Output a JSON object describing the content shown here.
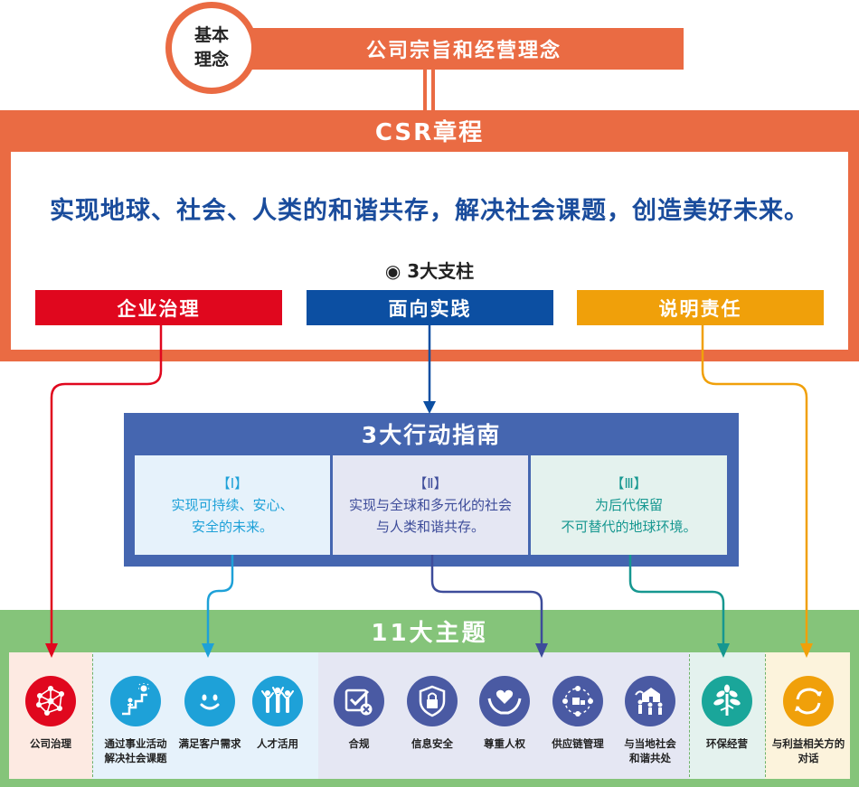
{
  "basic_philosophy": {
    "line1": "基本",
    "line2": "理念"
  },
  "mission": "公司宗旨和经营理念",
  "csr": {
    "title": "CSR章程",
    "vision": "实现地球、社会、人类的和谐共存，解决社会课题，创造美好未来。",
    "pillars_title": "◉ 3大支柱",
    "pillars": [
      {
        "label": "企业治理",
        "color": "#e0071e"
      },
      {
        "label": "面向实践",
        "color": "#0c4fa2"
      },
      {
        "label": "说明责任",
        "color": "#f0a00a"
      }
    ]
  },
  "guidelines": {
    "title": "3大行动指南",
    "items": [
      {
        "num": "【Ⅰ】",
        "line1": "实现可持续、安心、",
        "line2": "安全的未来。",
        "color": "#1ea1d8",
        "bg": "#e6f2fb"
      },
      {
        "num": "【Ⅱ】",
        "line1": "实现与全球和多元化的社会",
        "line2": "与人类和谐共存。",
        "color": "#3d4c9a",
        "bg": "#e5e7f3"
      },
      {
        "num": "【Ⅲ】",
        "line1": "为后代保留",
        "line2": "不可替代的地球环境。",
        "color": "#169790",
        "bg": "#e4f2ee"
      }
    ]
  },
  "themes": {
    "title": "11大主题",
    "items": [
      {
        "icon": "network-icon",
        "label": "公司治理",
        "color": "#e0071e"
      },
      {
        "icon": "stairs-lightbulb-icon",
        "label": "通过事业活动\n解决社会课题",
        "color": "#1ea1d8"
      },
      {
        "icon": "smiley-face-icon",
        "label": "满足客户需求",
        "color": "#1ea1d8"
      },
      {
        "icon": "people-cheering-icon",
        "label": "人才活用",
        "color": "#1ea1d8"
      },
      {
        "icon": "compliance-check-icon",
        "label": "合规",
        "color": "#4a5aa3"
      },
      {
        "icon": "shield-lock-icon",
        "label": "信息安全",
        "color": "#4a5aa3"
      },
      {
        "icon": "heart-hands-icon",
        "label": "尊重人权",
        "color": "#4a5aa3"
      },
      {
        "icon": "supply-chain-icon",
        "label": "供应链管理",
        "color": "#4a5aa3"
      },
      {
        "icon": "community-icon",
        "label": "与当地社会\n和谐共处",
        "color": "#4a5aa3"
      },
      {
        "icon": "tree-icon",
        "label": "环保经营",
        "color": "#1aa69a"
      },
      {
        "icon": "dialogue-cycle-icon",
        "label": "与利益相关方的\n对话",
        "color": "#f0a00a"
      }
    ]
  }
}
